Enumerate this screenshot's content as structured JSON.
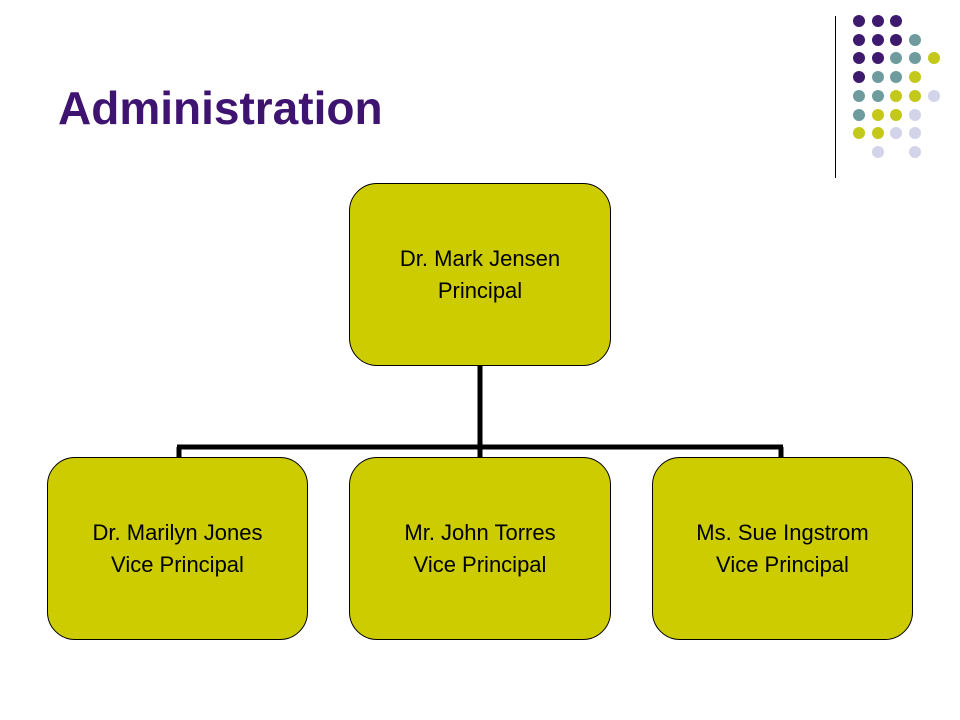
{
  "slide": {
    "title": "Administration"
  },
  "colors": {
    "title": "#3f1470",
    "box_fill": "#cccc00",
    "decor_purple": "#3d1a6e",
    "decor_teal": "#6e9c9e",
    "decor_olive": "#c4c81a",
    "decor_lavender": "#d3d3ea"
  },
  "org_chart": {
    "principal": {
      "name": "Dr. Mark Jensen",
      "role": "Principal"
    },
    "vice_principals": [
      {
        "name": "Dr. Marilyn Jones",
        "role": "Vice Principal"
      },
      {
        "name": "Mr. John Torres",
        "role": "Vice Principal"
      },
      {
        "name": "Ms. Sue Ingstrom",
        "role": "Vice Principal"
      }
    ]
  },
  "decor_grid": [
    [
      "purple",
      "purple",
      "purple",
      "",
      ""
    ],
    [
      "purple",
      "purple",
      "purple",
      "teal",
      ""
    ],
    [
      "purple",
      "purple",
      "teal",
      "teal",
      "olive"
    ],
    [
      "purple",
      "teal",
      "teal",
      "olive",
      ""
    ],
    [
      "teal",
      "teal",
      "olive",
      "olive",
      "lavender"
    ],
    [
      "teal",
      "olive",
      "olive",
      "lavender",
      ""
    ],
    [
      "olive",
      "olive",
      "lavender",
      "lavender",
      ""
    ],
    [
      "",
      "lavender",
      "",
      "lavender",
      ""
    ]
  ]
}
